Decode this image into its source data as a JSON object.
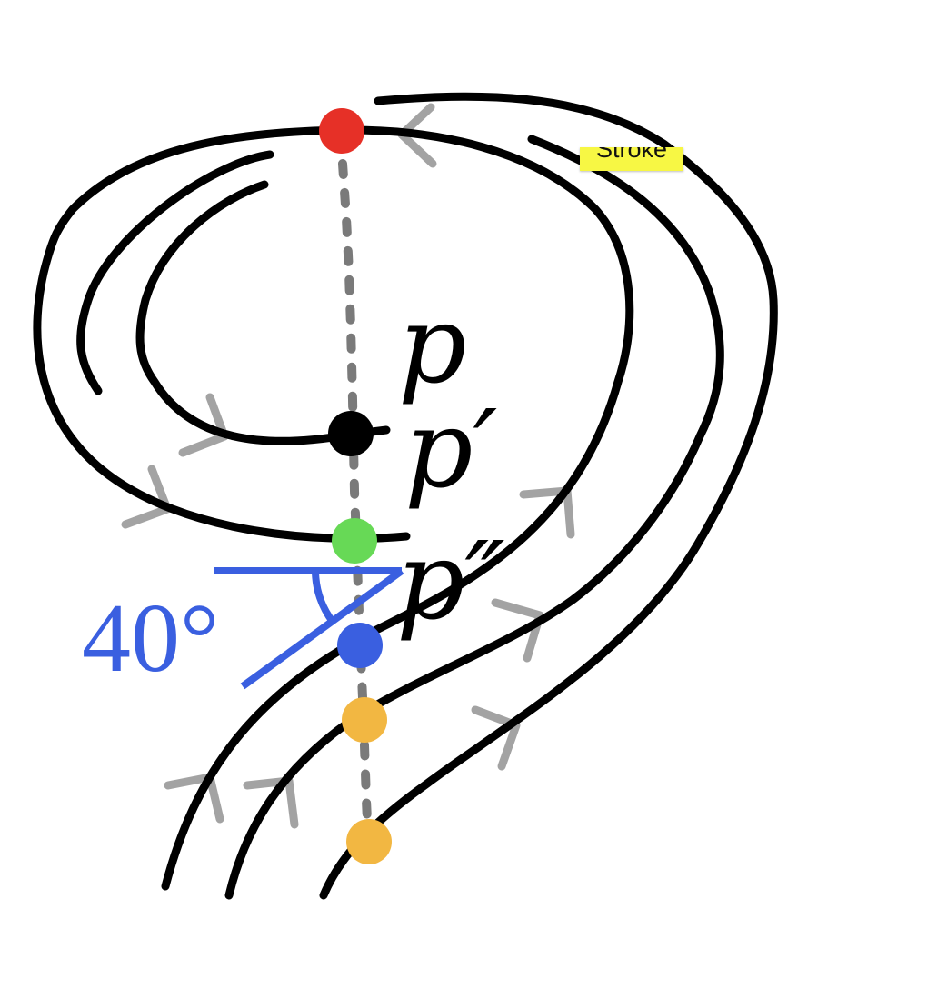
{
  "labels": {
    "p": "p",
    "p_prime": "p′",
    "p_double_prime": "p″",
    "angle": "40°",
    "tag": "Stroke"
  },
  "colors": {
    "curve": "#000000",
    "direction_marks": "#a3a3a3",
    "guide_line": "#7a7a7a",
    "point_top": "#e63027",
    "point_p": "#000000",
    "point_p_prime": "#67d956",
    "point_p_double_prime": "#3a5fe0",
    "point_lower": "#f2b742",
    "angle": "#3a5fe0",
    "tag_background": "#f7f744"
  },
  "icons": {
    "direction_marks": "chevron-arrow"
  }
}
